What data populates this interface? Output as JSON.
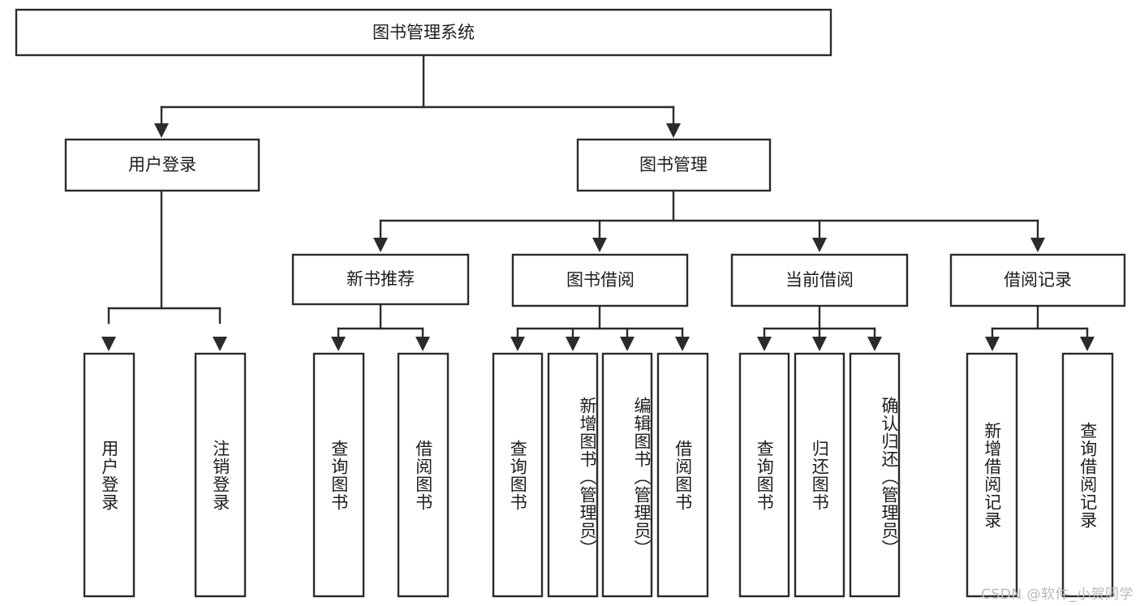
{
  "diagram": {
    "type": "tree-hierarchy",
    "orientation": "top-down",
    "root": {
      "id": "root",
      "label": "图书管理系统"
    },
    "level2": [
      {
        "id": "user-login",
        "label": "用户登录"
      },
      {
        "id": "book-manage",
        "label": "图书管理"
      }
    ],
    "level3": [
      {
        "id": "new-book-rec",
        "label": "新书推荐",
        "parent": "book-manage"
      },
      {
        "id": "book-borrow",
        "label": "图书借阅",
        "parent": "book-manage"
      },
      {
        "id": "current-borrow",
        "label": "当前借阅",
        "parent": "book-manage"
      },
      {
        "id": "borrow-record",
        "label": "借阅记录",
        "parent": "book-manage"
      }
    ],
    "leaves": [
      {
        "id": "leaf-user-login",
        "label": "用户登录",
        "parent": "user-login"
      },
      {
        "id": "leaf-logout",
        "label": "注销登录",
        "parent": "user-login"
      },
      {
        "id": "leaf-query-book-1",
        "label": "查询图书",
        "parent": "new-book-rec"
      },
      {
        "id": "leaf-borrow-book-1",
        "label": "借阅图书",
        "parent": "new-book-rec"
      },
      {
        "id": "leaf-query-book-2",
        "label": "查询图书",
        "parent": "book-borrow"
      },
      {
        "id": "leaf-add-book",
        "label": "新增图书（管理员）",
        "parent": "book-borrow"
      },
      {
        "id": "leaf-edit-book",
        "label": "编辑图书（管理员）",
        "parent": "book-borrow"
      },
      {
        "id": "leaf-borrow-book-2",
        "label": "借阅图书",
        "parent": "book-borrow"
      },
      {
        "id": "leaf-query-book-3",
        "label": "查询图书",
        "parent": "current-borrow"
      },
      {
        "id": "leaf-return-book",
        "label": "归还图书",
        "parent": "current-borrow"
      },
      {
        "id": "leaf-confirm-return",
        "label": "确认归还（管理员）",
        "parent": "current-borrow"
      },
      {
        "id": "leaf-add-record",
        "label": "新增借阅记录",
        "parent": "borrow-record"
      },
      {
        "id": "leaf-query-record",
        "label": "查询借阅记录",
        "parent": "borrow-record"
      }
    ]
  },
  "watermark": {
    "text": "CSDN @软件_小贺同学"
  },
  "colors": {
    "stroke": "#2b2b2b",
    "box_fill": "#ffffff",
    "text": "#1d1d1d",
    "background": "#ffffff",
    "watermark": "#b9b9b9"
  }
}
